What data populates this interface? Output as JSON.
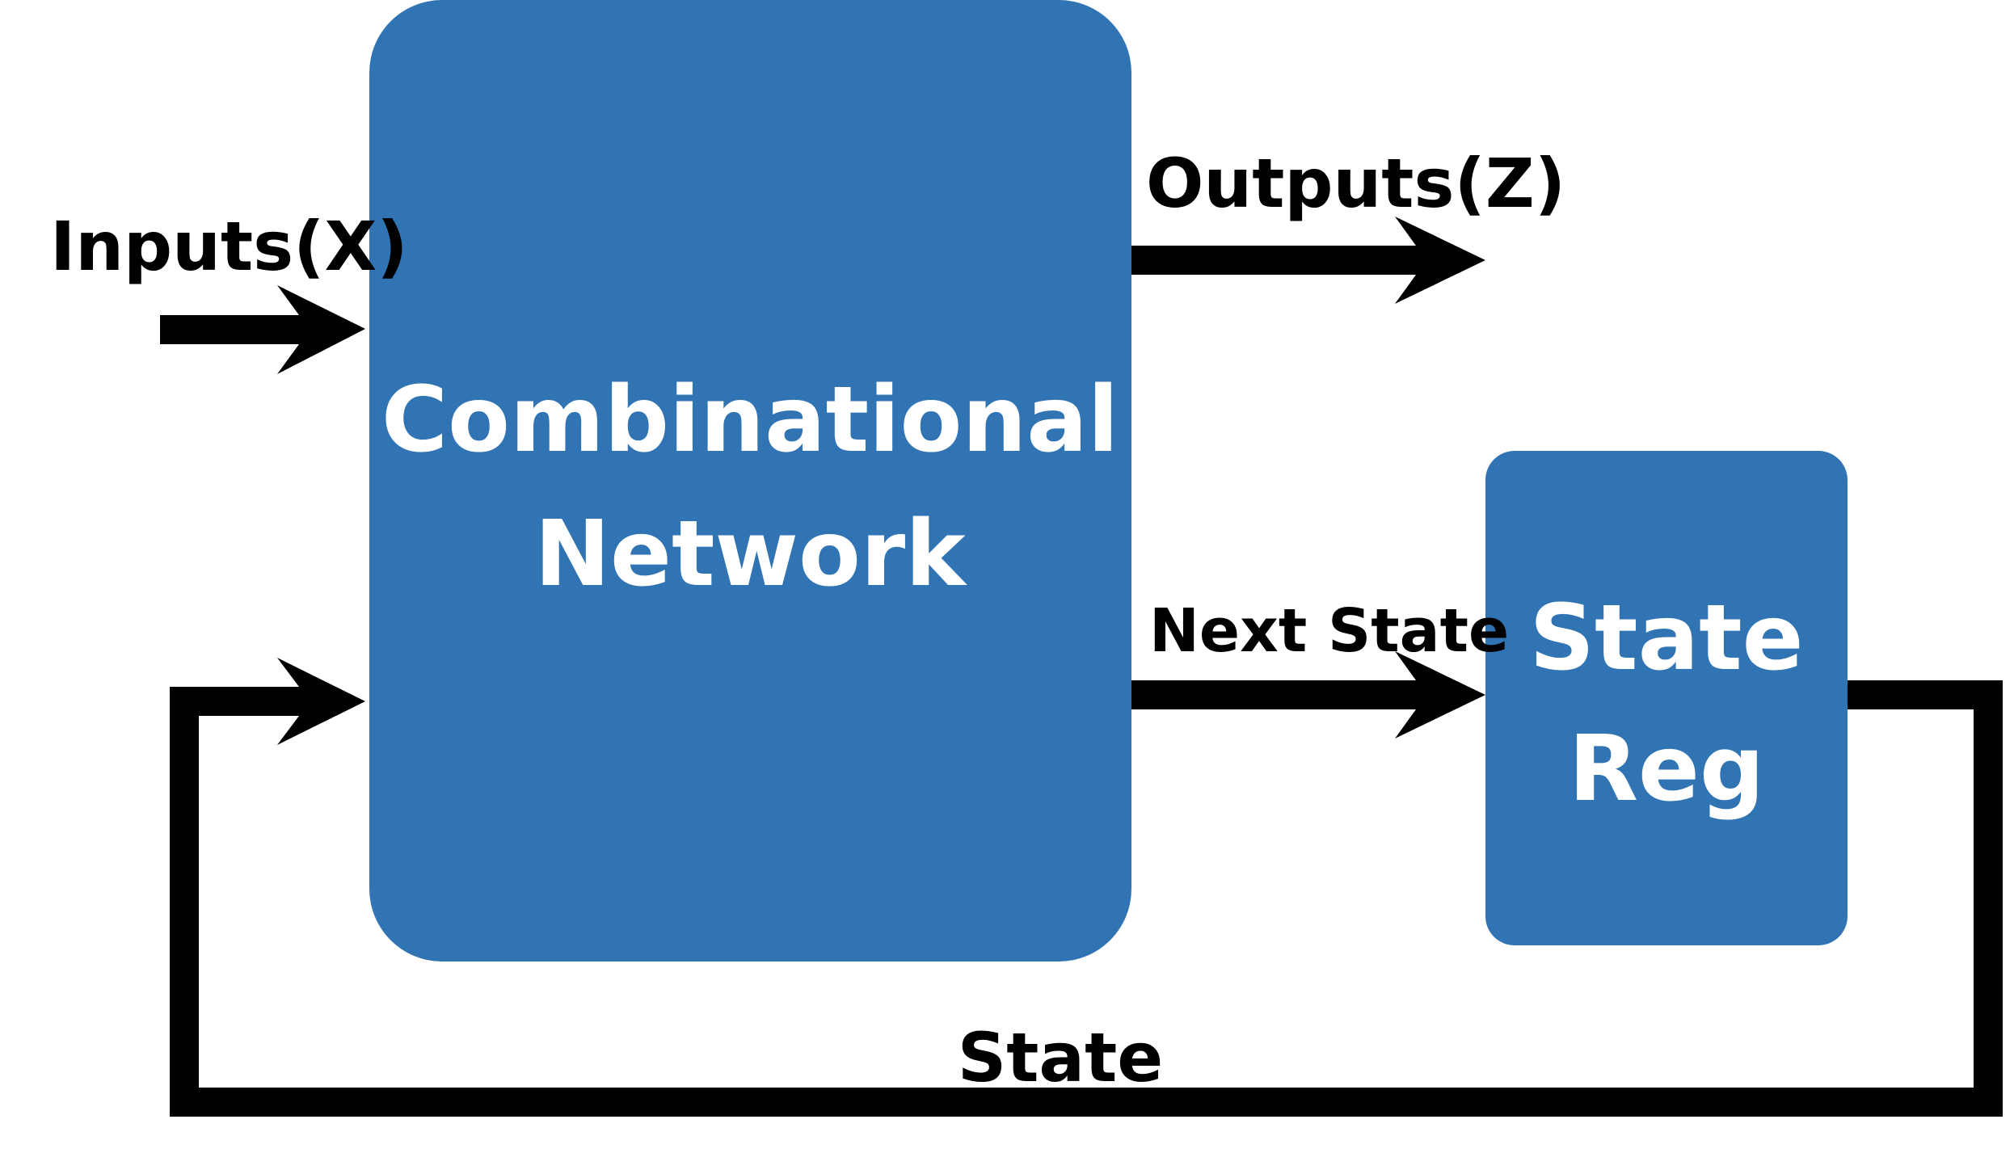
{
  "diagram": {
    "blocks": {
      "combinational": {
        "line1": "Combinational",
        "line2": "Network"
      },
      "state_reg": {
        "line1": "State",
        "line2": "Reg"
      }
    },
    "edges": {
      "inputs": "Inputs(X)",
      "outputs": "Outputs(Z)",
      "next_state": "Next State",
      "state": "State"
    },
    "colors": {
      "block_fill": "#3074B4",
      "line": "#000000",
      "block_text": "#FFFFFF",
      "background": "#FFFFFF"
    }
  }
}
